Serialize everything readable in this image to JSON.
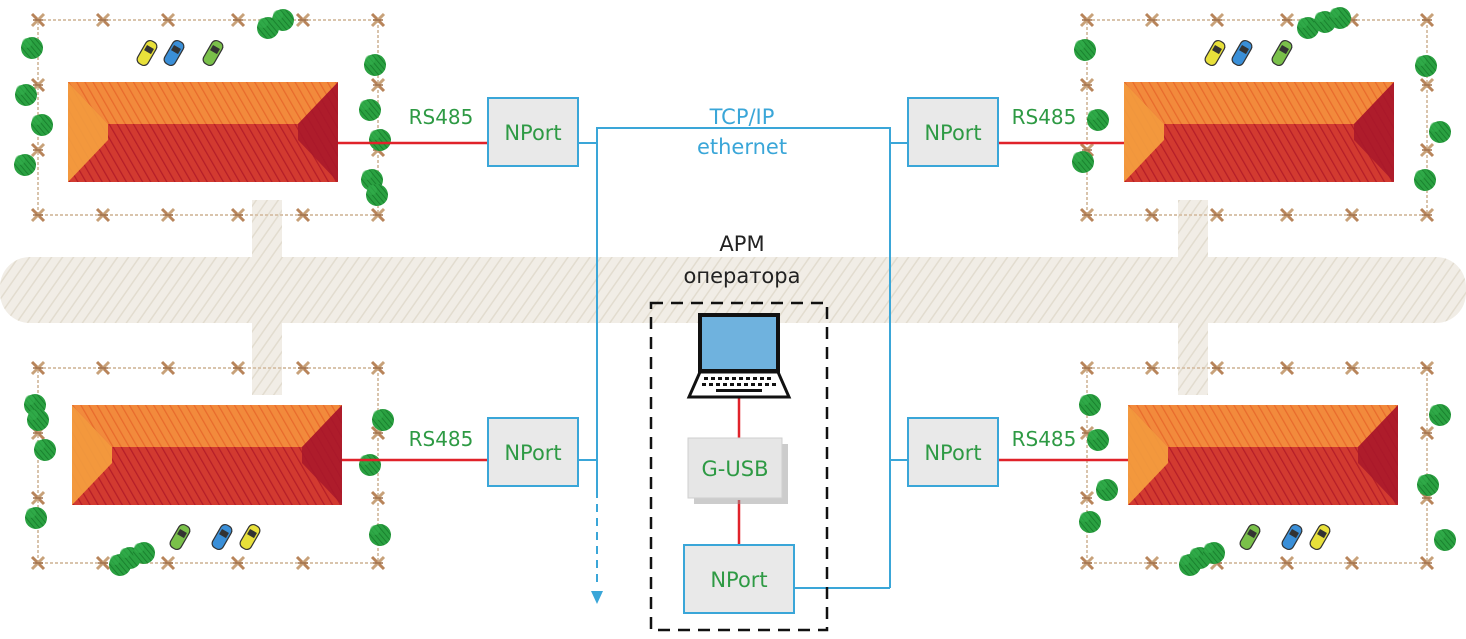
{
  "labels": {
    "rs485": "RS485",
    "nport": "NPort",
    "tcp_ip": "TCP/IP",
    "ethernet": "ethernet",
    "workstation_line1": "АРМ",
    "workstation_line2": "оператора",
    "converter": "G-USB"
  },
  "colors": {
    "serial_line": "#e0222a",
    "ethernet_line": "#3aa6d8",
    "label_green": "#2e9a44",
    "building_light": "#f28a3c",
    "building_dark": "#c8232b",
    "road": "#ebe6dc",
    "fence": "#c8a27a",
    "tree": "#1f8f34",
    "screen": "#6fb2de"
  },
  "icons": {
    "building": "warehouse-roof",
    "tree": "tree-icon",
    "car": "car-icon",
    "computer": "laptop-icon",
    "fence": "fence-icon"
  }
}
